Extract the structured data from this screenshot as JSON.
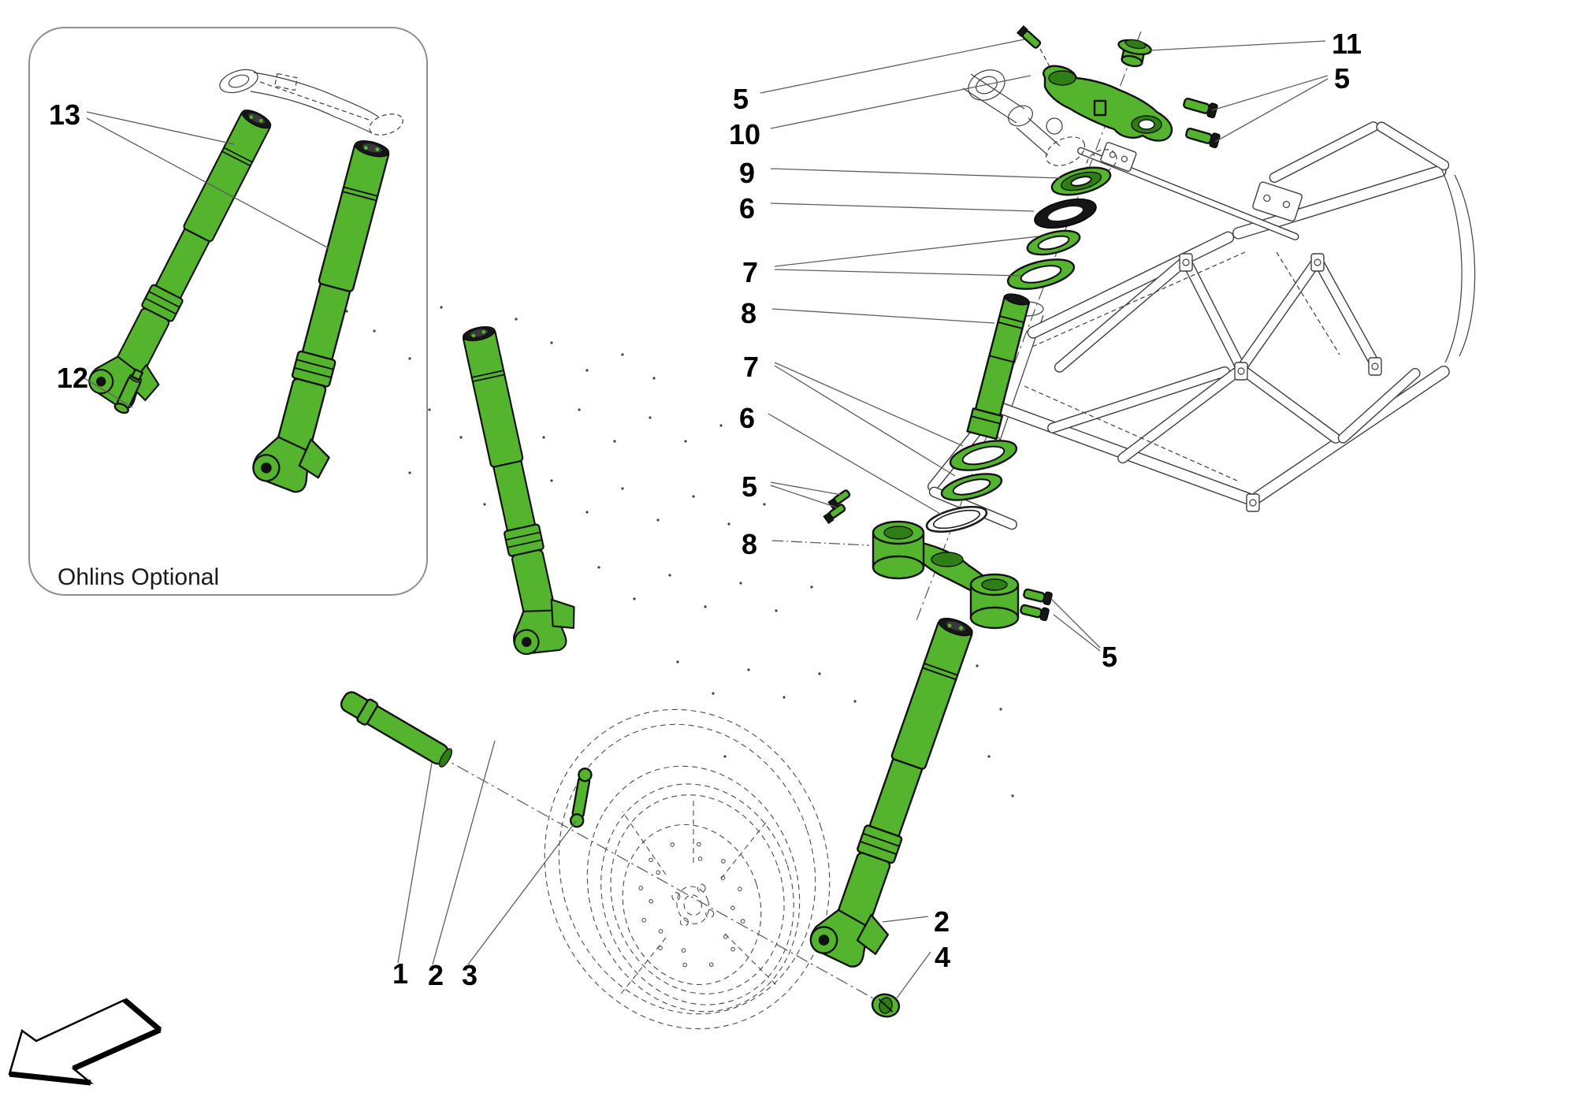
{
  "colors": {
    "part_green": "#55b42d",
    "part_green_dark": "#2f7d15",
    "outline": "#111111",
    "sketch_line": "#3f3f3f",
    "leader_line": "#5d5d5d",
    "box_border": "#8f8f8f",
    "label_text": "#000000",
    "background": "#ffffff"
  },
  "note_box": {
    "label": "Ohlins Optional"
  },
  "callouts": {
    "c13": "13",
    "c12": "12",
    "c5_top": "5",
    "c10": "10",
    "c9": "9",
    "c6_upper": "6",
    "c7_upper": "7",
    "c8_upper": "8",
    "c7_lower": "7",
    "c6_lower": "6",
    "c5_mid": "5",
    "c8_lower": "8",
    "c11": "11",
    "c5_right_top": "5",
    "c5_right_mid": "5",
    "c2_right": "2",
    "c4": "4",
    "c1": "1",
    "c2_left": "2",
    "c3": "3"
  }
}
